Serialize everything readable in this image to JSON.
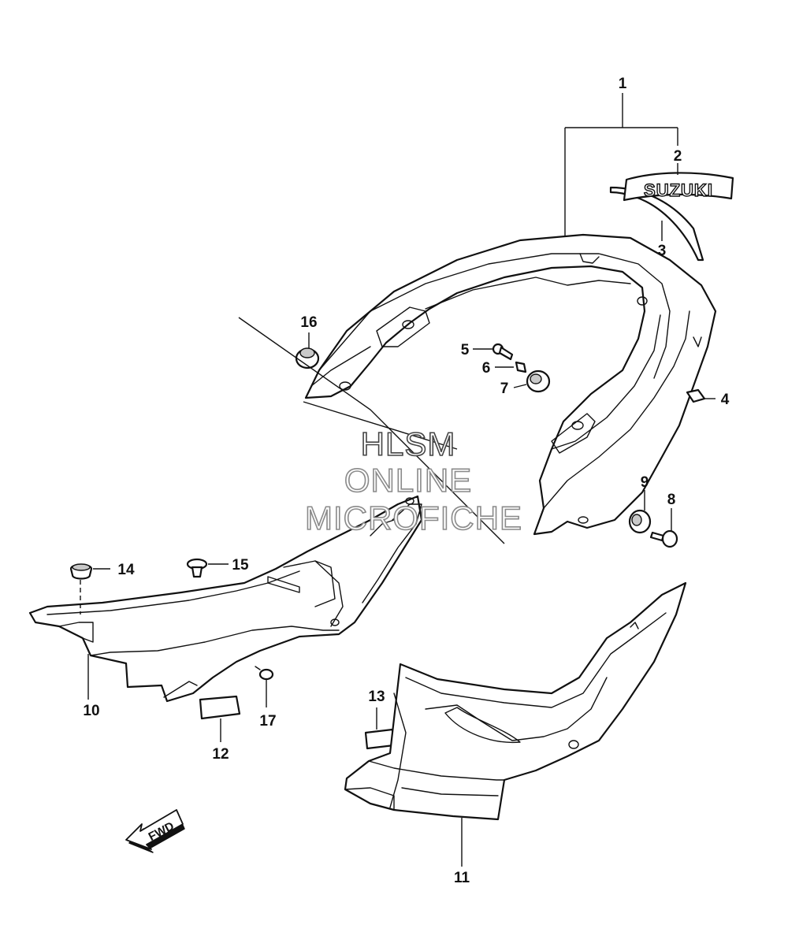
{
  "callouts": [
    "1",
    "2",
    "3",
    "4",
    "5",
    "6",
    "7",
    "8",
    "9",
    "10",
    "11",
    "12",
    "13",
    "14",
    "15",
    "16",
    "17"
  ],
  "decal_text": "SUZUKI",
  "fwd_label": "FWD",
  "watermark": {
    "line1": "HLSM",
    "line2": "ONLINE",
    "line3": "MICROFICHE"
  },
  "colors": {
    "line": "#111111",
    "shade": "#c9c9c9",
    "watermark": "#8a8a8a"
  }
}
